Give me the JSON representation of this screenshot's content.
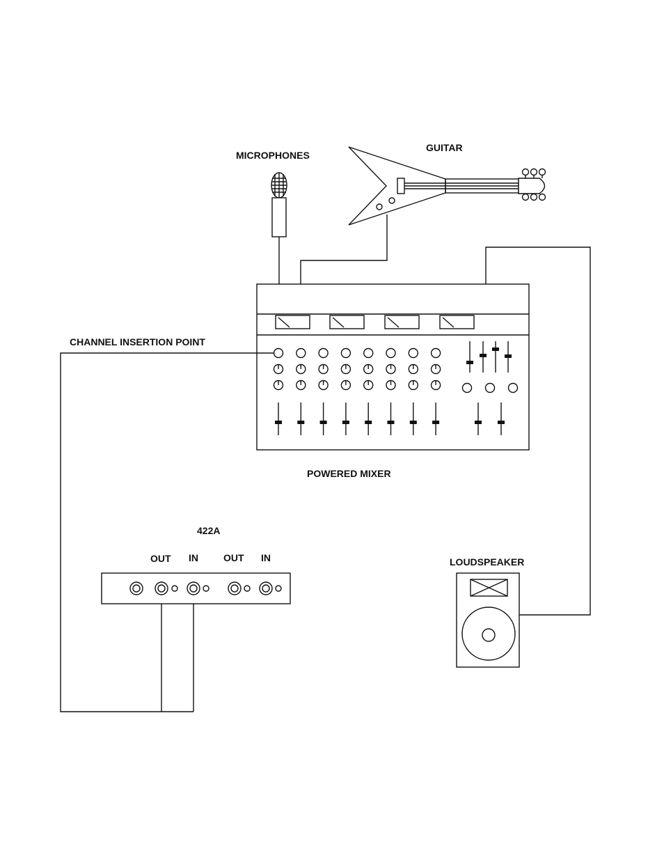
{
  "labels": {
    "microphones": "MICROPHONES",
    "guitar": "GUITAR",
    "channel_insertion_point": "CHANNEL INSERTION POINT",
    "powered_mixer": "POWERED MIXER",
    "device_model": "422A",
    "jack_out_1": "OUT",
    "jack_in_1": "IN",
    "jack_out_2": "OUT",
    "jack_in_2": "IN",
    "loudspeaker": "LOUDSPEAKER"
  },
  "mixer": {
    "input_channels": 8,
    "meters": 4,
    "master_faders": 4,
    "master_knobs": 3,
    "output_faders": 2
  },
  "colors": {
    "ink": "#111111",
    "background": "#ffffff"
  }
}
